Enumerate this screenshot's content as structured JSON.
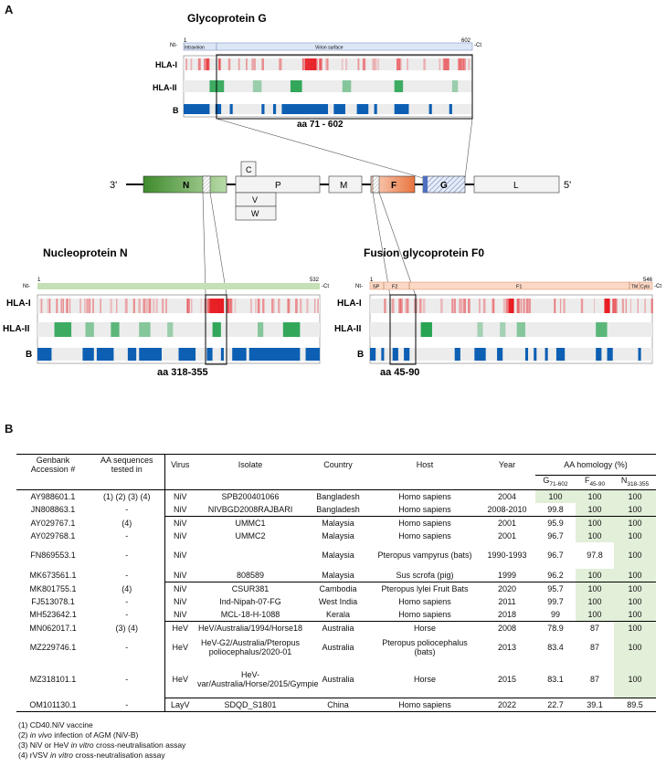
{
  "panel_a": {
    "letter": "A",
    "glyco": {
      "title": "Glycoprotein G",
      "start": "1",
      "end": "602",
      "nt": "Nt-",
      "ct": "-Ct",
      "domain_intra": "Intravirion",
      "domain_surface": "Virion surface",
      "rows": [
        "HLA-I",
        "HLA-II",
        "B"
      ],
      "region": "aa 71 - 602"
    },
    "nucleo": {
      "title": "Nucleoprotein N",
      "start": "1",
      "end": "532",
      "nt": "Nt-",
      "ct": "-Ct",
      "rows": [
        "HLA-I",
        "HLA-II",
        "B"
      ],
      "region": "aa 318-355"
    },
    "fusion": {
      "title": "Fusion glycoprotein F0",
      "start": "1",
      "end": "546",
      "nt": "Nt-",
      "ct": "-Ct",
      "domains": [
        "SP",
        "F2",
        "F1",
        "TM",
        "Cyto"
      ],
      "rows": [
        "HLA-I",
        "HLA-II",
        "B"
      ],
      "region": "aa 45-90"
    },
    "genome": {
      "end3": "3'",
      "end5": "5'",
      "genes": [
        "N",
        "C",
        "P",
        "V",
        "W",
        "M",
        "F",
        "G",
        "L"
      ]
    }
  },
  "panel_b": {
    "letter": "B",
    "headers": {
      "accession": [
        "Genbank",
        "Accession #"
      ],
      "aa_seq": [
        "AA sequences",
        "tested in"
      ],
      "virus": "Virus",
      "isolate": "Isolate",
      "country": "Country",
      "host": "Host",
      "year": "Year",
      "homology": "AA homology (%)",
      "g": "G",
      "g_sub": "71-602",
      "f": "F",
      "f_sub": "45-90",
      "n": "N",
      "n_sub": "318-355"
    },
    "rows": [
      {
        "acc": "AY988601.1",
        "tested": "(1) (2) (3) (4)",
        "virus": "NiV",
        "isolate": "SPB200401066",
        "country": "Bangladesh",
        "host": "Homo sapiens",
        "year": "2004",
        "g": "100",
        "f": "100",
        "n": "100"
      },
      {
        "acc": "JN808863.1",
        "tested": "-",
        "virus": "NiV",
        "isolate": "NIVBGD2008RAJBARI",
        "country": "Bangladesh",
        "host": "Homo sapiens",
        "year": "2008-2010",
        "g": "99.8",
        "f": "100",
        "n": "100"
      },
      {
        "acc": "AY029767.1",
        "tested": "(4)",
        "virus": "NiV",
        "isolate": "UMMC1",
        "country": "Malaysia",
        "host": "Homo sapiens",
        "year": "2001",
        "g": "95.9",
        "f": "100",
        "n": "100"
      },
      {
        "acc": "AY029768.1",
        "tested": "-",
        "virus": "NiV",
        "isolate": "UMMC2",
        "country": "Malaysia",
        "host": "Homo sapiens",
        "year": "2001",
        "g": "96.7",
        "f": "100",
        "n": "100"
      },
      {
        "acc": "FN869553.1",
        "tested": "-",
        "virus": "NiV",
        "isolate": "",
        "country": "Malaysia",
        "host": "Pteropus vampyrus (bats)",
        "year": "1990-1993",
        "g": "96.7",
        "f": "97.8",
        "n": "100"
      },
      {
        "acc": "MK673561.1",
        "tested": "-",
        "virus": "NiV",
        "isolate": "808589",
        "country": "Malaysia",
        "host": "Sus scrofa (pig)",
        "year": "1999",
        "g": "96.2",
        "f": "100",
        "n": "100"
      },
      {
        "acc": "MK801755.1",
        "tested": "(4)",
        "virus": "NiV",
        "isolate": "CSUR381",
        "country": "Cambodia",
        "host": "Pteropus lylei Fruit Bats",
        "year": "2020",
        "g": "95.7",
        "f": "100",
        "n": "100"
      },
      {
        "acc": "FJ513078.1",
        "tested": "-",
        "virus": "NiV",
        "isolate": "Ind-Nipah-07-FG",
        "country": "West India",
        "host": "Homo sapiens",
        "year": "2011",
        "g": "99.7",
        "f": "100",
        "n": "100"
      },
      {
        "acc": "MH523642.1",
        "tested": "-",
        "virus": "NiV",
        "isolate": "MCL-18-H-1088",
        "country": "Kerala",
        "host": "Homo sapiens",
        "year": "2018",
        "g": "99",
        "f": "100",
        "n": "100"
      },
      {
        "acc": "MN062017.1",
        "tested": "(3) (4)",
        "virus": "HeV",
        "isolate": "HeV/Australia/1994/Horse18",
        "country": "Australia",
        "host": "Horse",
        "year": "2008",
        "g": "78.9",
        "f": "87",
        "n": "100"
      },
      {
        "acc": "MZ229746.1",
        "tested": "-",
        "virus": "HeV",
        "isolate": "HeV-G2/Australia/Pteropus poliocephalus/2020-01",
        "country": "Australia",
        "host": "Pteropus poliocephalus (bats)",
        "year": "2013",
        "g": "83.4",
        "f": "87",
        "n": "100"
      },
      {
        "acc": "MZ318101.1",
        "tested": "-",
        "virus": "HeV",
        "isolate": "HeV-var/Australia/Horse/2015/Gympie",
        "country": "Australia",
        "host": "Horse",
        "year": "2015",
        "g": "83.1",
        "f": "87",
        "n": "100"
      },
      {
        "acc": "OM101130.1",
        "tested": "-",
        "virus": "LayV",
        "isolate": "SDQD_S1801",
        "country": "China",
        "host": "Homo sapiens",
        "year": "2022",
        "g": "22.7",
        "f": "39.1",
        "n": "89.5"
      }
    ],
    "notes": {
      "n1": "(1) CD40.NiV vaccine",
      "n2_a": "(2) ",
      "n2_i": "in vivo",
      "n2_b": " infection of AGM (NiV-B)",
      "n3_a": "(3) NiV or HeV ",
      "n3_i": "in vitro",
      "n3_b": " cross-neutralisation assay",
      "n4_a": "(4) rVSV ",
      "n4_i": "in vitro",
      "n4_b": " cross-neutralisation assay"
    }
  },
  "colors": {
    "hla1": "#e8161c",
    "hla2": "#1ea04a",
    "bcell": "#0c5fb3",
    "n_gene": "#5fa140",
    "f_gene": "#ef8a5a",
    "g_gene": "#6f8fd1",
    "homology_bg": "#e2efd9"
  }
}
